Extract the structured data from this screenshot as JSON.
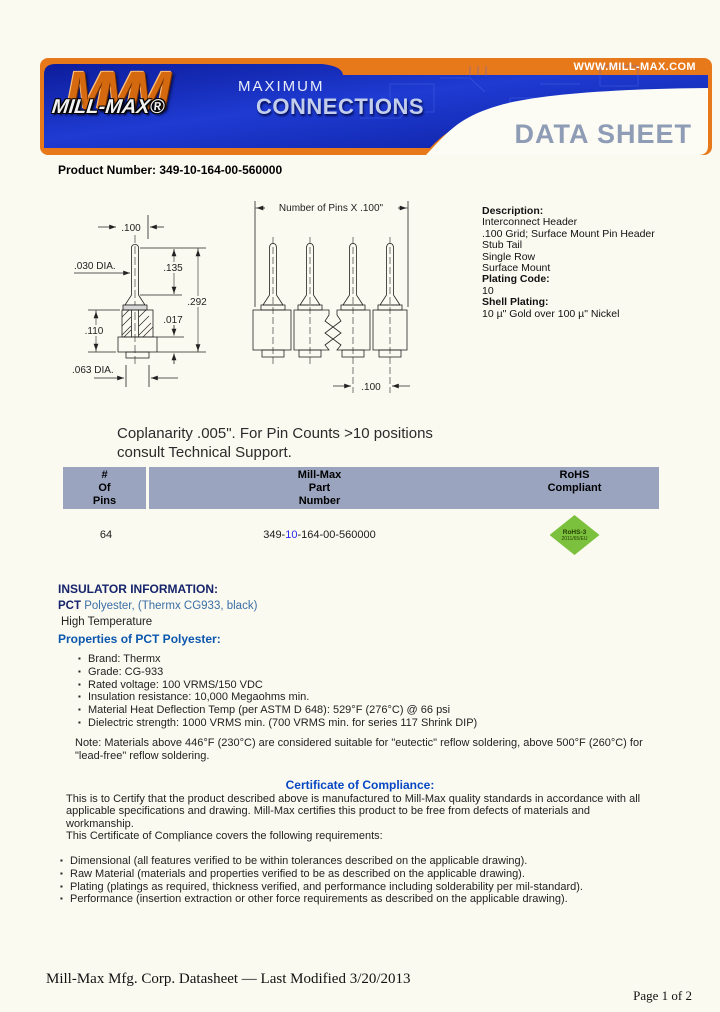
{
  "header": {
    "website": "WWW.MILL-MAX.COM",
    "logo_m": "MMM",
    "logo_name": "MILL-MAX®",
    "tagline1": "MAXIMUM",
    "tagline2": "CONNECTIONS",
    "title": "DATA SHEET",
    "colors": {
      "orange": "#E8791A",
      "blue": "#1C38CE",
      "title_gray": "#8E9CB5"
    }
  },
  "product_number": {
    "label": "Product Number:",
    "value": "349-10-164-00-560000"
  },
  "drawing_single_pin": {
    "dim_top": ".100",
    "dim_pin_dia": ".030 DIA.",
    "dim_pin_len": ".135",
    "dim_overall": ".292",
    "dim_insulator": ".110",
    "dim_shoulder": ".017",
    "dim_shell_dia": ".063 DIA."
  },
  "drawing_pin_row": {
    "dim_total": "Number of Pins X .100\"",
    "dim_pitch": ".100"
  },
  "coplanarity": {
    "line1": "Coplanarity .005\". For Pin Counts >10 positions",
    "line2": "consult Technical Support."
  },
  "description": {
    "heading": "Description:",
    "lines": [
      "Interconnect Header",
      ".100 Grid; Surface Mount Pin Header",
      "Stub Tail",
      "Single Row",
      "Surface Mount"
    ],
    "plating_code_label": "Plating Code:",
    "plating_code_value": "10",
    "shell_plating_label": "Shell Plating:",
    "shell_plating_value": "10 µ\" Gold over 100 µ\" Nickel"
  },
  "table": {
    "col1_header": [
      "#",
      "Of",
      "Pins"
    ],
    "col2_header": [
      "Mill-Max",
      "Part",
      "Number"
    ],
    "col3_header": [
      "RoHS",
      "Compliant"
    ],
    "header_bg": "#9AA4BF",
    "row": {
      "pins": "64",
      "part_pre": "349-",
      "part_mid": "10",
      "part_post": "-164-00-560000",
      "rohs_badge_line1": "RoHS-3",
      "rohs_badge_line2": "2011/65/EU",
      "rohs_green": "#7CC13E"
    }
  },
  "insulator": {
    "heading": "INSULATOR INFORMATION:",
    "material_abbr": "PCT",
    "material_desc": "Polyester, (Thermx CG933, black)",
    "material_note": "High Temperature",
    "properties_heading": "Properties of PCT Polyester:",
    "bullets": [
      "Brand: Thermx",
      "Grade: CG-933",
      "Rated voltage: 100 VRMS/150 VDC",
      "Insulation resistance: 10,000 Megaohms min.",
      "Material Heat Deflection Temp (per ASTM D 648): 529°F (276°C) @ 66 psi",
      "Dielectric strength: 1000 VRMS min. (700 VRMS min. for series 117 Shrink DIP)"
    ],
    "note": "Note: Materials above 446°F (230°C) are considered suitable for \"eutectic\" reflow soldering, above 500°F (260°C) for \"lead-free\" reflow soldering."
  },
  "certificate": {
    "heading": "Certificate of Compliance:",
    "para1": "This is to Certify that the product described above is manufactured to Mill-Max quality standards in accordance with all applicable specifications and drawing. Mill-Max certifies this product to be free from defects of materials and workmanship.",
    "para2": "This Certificate of Compliance covers the following requirements:",
    "bullets": [
      "Dimensional (all features verified to be within tolerances described on the applicable drawing).",
      "Raw Material (materials and properties verified to be as described on the applicable drawing).",
      "Plating (platings as required, thickness verified, and performance including solderability per mil-standard).",
      "Performance (insertion extraction or other force requirements as described on the applicable drawing)."
    ]
  },
  "footer": {
    "left": "Mill-Max Mfg. Corp. Datasheet — Last Modified 3/20/2013",
    "right": "Page 1 of 2"
  }
}
